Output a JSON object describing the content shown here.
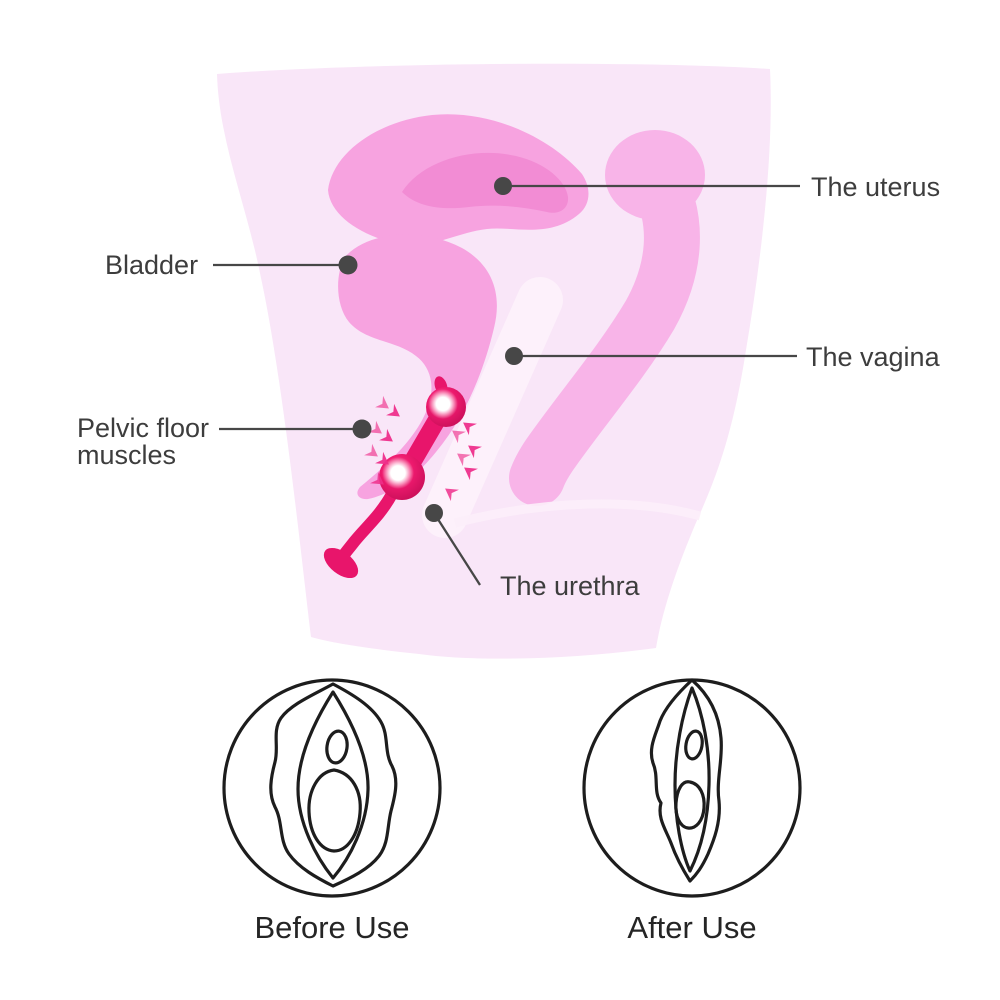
{
  "page": {
    "title": "Kegel balls pelvic anatomy diagram"
  },
  "anatomy_labels": {
    "uterus": "The uterus",
    "bladder": "Bladder",
    "vagina": "The vagina",
    "pelvic_floor": {
      "line1": "Pelvic floor",
      "line2": "muscles"
    },
    "urethra": "The urethra"
  },
  "comparison": {
    "before_label": "Before Use",
    "after_label": "After Use"
  },
  "colors": {
    "body_silhouette": "#f9e6f8",
    "organ_pink": "#f7a3e0",
    "organ_pink_deep": "#f28cd4",
    "posterior_tissue_pink": "#f8b4e8",
    "canal_highlight": "#fdf1fb",
    "crease_highlight": "#fceef9",
    "device_pink": "#e8156b",
    "device_pink_dark": "#cf0f58",
    "arrow_pink": "#ee2f8b",
    "callout_gray": "#474747",
    "label_text": "#3d3d3d",
    "lineart_black": "#1d1d1d",
    "caption_text": "#252525"
  }
}
